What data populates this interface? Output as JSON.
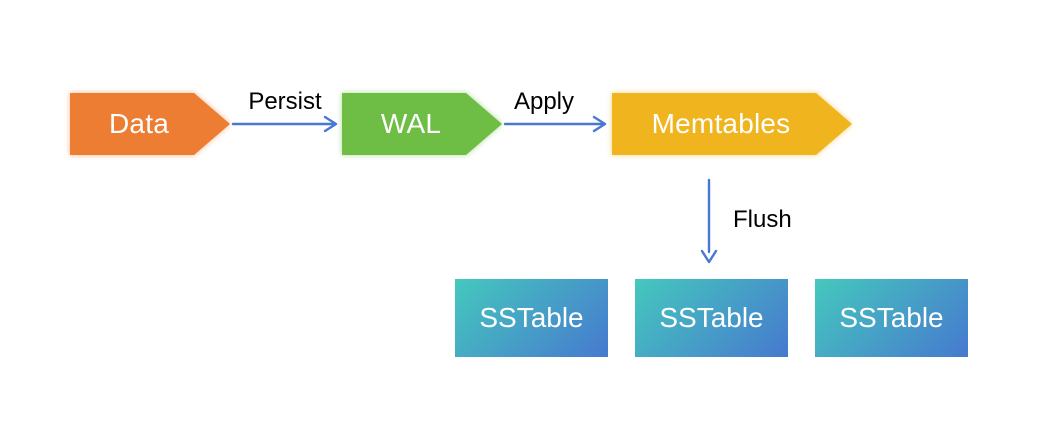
{
  "diagram": {
    "background_color": "#FFFFFF",
    "node_text_color": "#FFFFFF",
    "edge_label_color": "#000000",
    "arrow_color": "#4878D2",
    "nodes": {
      "data": {
        "label": "Data",
        "shape": "chevron-right",
        "color": "#EC7D33"
      },
      "wal": {
        "label": "WAL",
        "shape": "chevron-right",
        "color": "#6EBE45"
      },
      "memtables": {
        "label": "Memtables",
        "shape": "chevron-right",
        "color": "#EFB41E"
      },
      "sstables": [
        {
          "label": "SSTable"
        },
        {
          "label": "SSTable"
        },
        {
          "label": "SSTable"
        }
      ],
      "sstable_gradient": {
        "from": "#45C8BD",
        "to": "#4679CF"
      }
    },
    "edges": {
      "persist": {
        "label": "Persist",
        "from": "data",
        "to": "wal"
      },
      "apply": {
        "label": "Apply",
        "from": "wal",
        "to": "memtables"
      },
      "flush": {
        "label": "Flush",
        "from": "memtables",
        "to": "sstables"
      }
    }
  }
}
